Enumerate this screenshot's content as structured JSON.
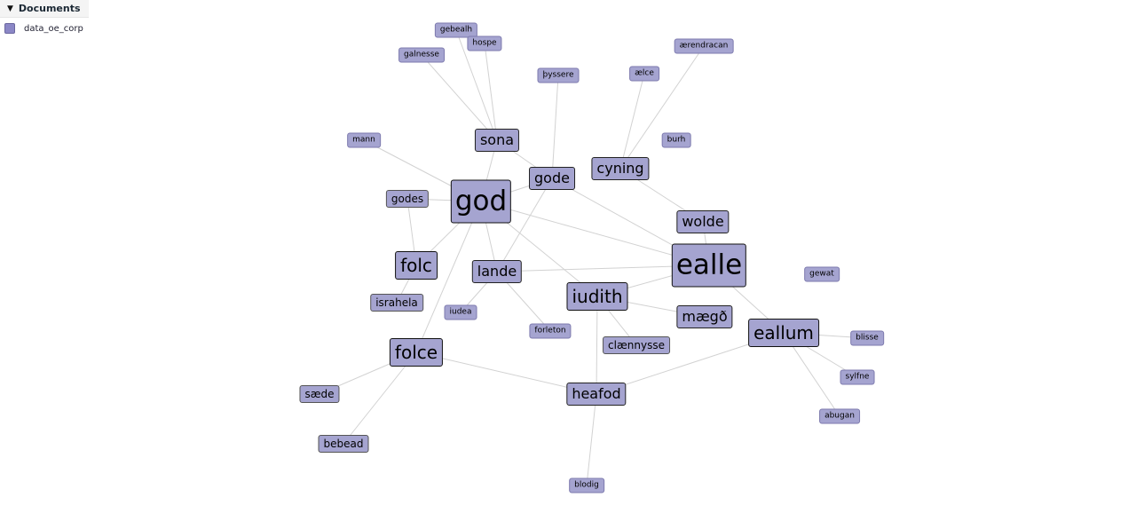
{
  "legend": {
    "header": "Documents",
    "items": [
      {
        "label": "data_oe_corp",
        "color": "#8b87c6"
      }
    ]
  },
  "graph": {
    "node_color": "#a5a4d0",
    "nodes": [
      {
        "id": "god",
        "label": "god",
        "weight": 5
      },
      {
        "id": "ealle",
        "label": "ealle",
        "weight": 5
      },
      {
        "id": "iudith",
        "label": "iudith",
        "weight": 4
      },
      {
        "id": "folce",
        "label": "folce",
        "weight": 4
      },
      {
        "id": "folc",
        "label": "folc",
        "weight": 4
      },
      {
        "id": "eallum",
        "label": "eallum",
        "weight": 4
      },
      {
        "id": "heafod",
        "label": "heafod",
        "weight": 3
      },
      {
        "id": "lande",
        "label": "lande",
        "weight": 3
      },
      {
        "id": "gode",
        "label": "gode",
        "weight": 3
      },
      {
        "id": "sona",
        "label": "sona",
        "weight": 3
      },
      {
        "id": "cyning",
        "label": "cyning",
        "weight": 3
      },
      {
        "id": "wolde",
        "label": "wolde",
        "weight": 3
      },
      {
        "id": "maegth",
        "label": "mægð",
        "weight": 3
      },
      {
        "id": "godes",
        "label": "godes",
        "weight": 2
      },
      {
        "id": "israhela",
        "label": "israhela",
        "weight": 2
      },
      {
        "id": "claennysse",
        "label": "clænnysse",
        "weight": 2
      },
      {
        "id": "bebead",
        "label": "bebead",
        "weight": 2
      },
      {
        "id": "saede",
        "label": "sæde",
        "weight": 2
      },
      {
        "id": "mann",
        "label": "mann",
        "weight": 1
      },
      {
        "id": "gebealh",
        "label": "gebealh",
        "weight": 1
      },
      {
        "id": "hospe",
        "label": "hospe",
        "weight": 1
      },
      {
        "id": "galnesse",
        "label": "galnesse",
        "weight": 1
      },
      {
        "id": "pyssere",
        "label": "þyssere",
        "weight": 1
      },
      {
        "id": "aelce",
        "label": "ælce",
        "weight": 1
      },
      {
        "id": "aerendracan",
        "label": "ærendracan",
        "weight": 1
      },
      {
        "id": "burh",
        "label": "burh",
        "weight": 1
      },
      {
        "id": "gewat",
        "label": "gewat",
        "weight": 1
      },
      {
        "id": "iudea",
        "label": "iudea",
        "weight": 1
      },
      {
        "id": "forleton",
        "label": "forleton",
        "weight": 1
      },
      {
        "id": "blisse",
        "label": "blisse",
        "weight": 1
      },
      {
        "id": "sylfne",
        "label": "sylfne",
        "weight": 1
      },
      {
        "id": "abugan",
        "label": "abugan",
        "weight": 1
      },
      {
        "id": "blodig",
        "label": "blodig",
        "weight": 1
      }
    ],
    "edges": [
      [
        "god",
        "mann"
      ],
      [
        "god",
        "sona"
      ],
      [
        "god",
        "gode"
      ],
      [
        "god",
        "folc"
      ],
      [
        "god",
        "lande"
      ],
      [
        "god",
        "iudith"
      ],
      [
        "god",
        "ealle"
      ],
      [
        "god",
        "folce"
      ],
      [
        "god",
        "godes"
      ],
      [
        "sona",
        "gebealh"
      ],
      [
        "sona",
        "hospe"
      ],
      [
        "sona",
        "galnesse"
      ],
      [
        "sona",
        "gode"
      ],
      [
        "gode",
        "pyssere"
      ],
      [
        "gode",
        "lande"
      ],
      [
        "gode",
        "ealle"
      ],
      [
        "cyning",
        "aelce"
      ],
      [
        "cyning",
        "aerendracan"
      ],
      [
        "cyning",
        "wolde"
      ],
      [
        "ealle",
        "wolde"
      ],
      [
        "ealle",
        "lande"
      ],
      [
        "ealle",
        "iudith"
      ],
      [
        "ealle",
        "eallum"
      ],
      [
        "iudith",
        "maegth"
      ],
      [
        "iudith",
        "claennysse"
      ],
      [
        "iudith",
        "heafod"
      ],
      [
        "lande",
        "forleton"
      ],
      [
        "lande",
        "iudea"
      ],
      [
        "folc",
        "israhela"
      ],
      [
        "folc",
        "godes"
      ],
      [
        "folce",
        "saede"
      ],
      [
        "folce",
        "bebead"
      ],
      [
        "folce",
        "heafod"
      ],
      [
        "heafod",
        "eallum"
      ],
      [
        "heafod",
        "blodig"
      ],
      [
        "eallum",
        "blisse"
      ],
      [
        "eallum",
        "sylfne"
      ],
      [
        "eallum",
        "abugan"
      ]
    ]
  }
}
